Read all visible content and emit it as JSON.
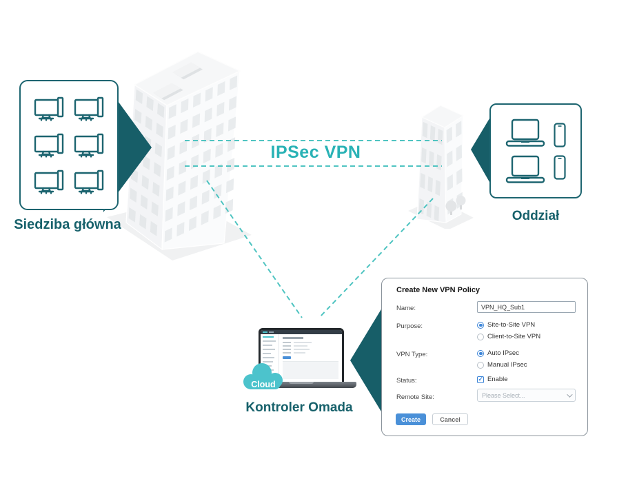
{
  "colors": {
    "dark_teal": "#175E68",
    "bright_teal": "#29B2B5",
    "dash_teal": "#4FC4C1",
    "cloud_teal": "#4CC3CC",
    "icon_teal": "#1D6570",
    "button_blue": "#4A90D8",
    "radio_blue": "#3E86D8"
  },
  "hq": {
    "label": "Siedziba główna",
    "icon": "desktop-computer",
    "icon_count": 6
  },
  "branch": {
    "label": "Oddział",
    "laptop_count": 2,
    "phone_count": 2
  },
  "tunnel": {
    "label": "IPSec VPN"
  },
  "controller": {
    "label": "Kontroler Omada",
    "cloud_label": "Cloud"
  },
  "form": {
    "title": "Create New VPN Policy",
    "name_label": "Name:",
    "name_value": "VPN_HQ_Sub1",
    "purpose_label": "Purpose:",
    "purpose_options": [
      {
        "label": "Site-to-Site VPN",
        "selected": true
      },
      {
        "label": "Client-to-Site VPN",
        "selected": false
      }
    ],
    "vpn_type_label": "VPN Type:",
    "vpn_type_options": [
      {
        "label": "Auto IPsec",
        "selected": true
      },
      {
        "label": "Manual IPsec",
        "selected": false
      }
    ],
    "status_label": "Status:",
    "status_checkbox_label": "Enable",
    "status_checked": true,
    "remote_site_label": "Remote Site:",
    "remote_site_placeholder": "Please Select...",
    "create_button": "Create",
    "cancel_button": "Cancel"
  }
}
